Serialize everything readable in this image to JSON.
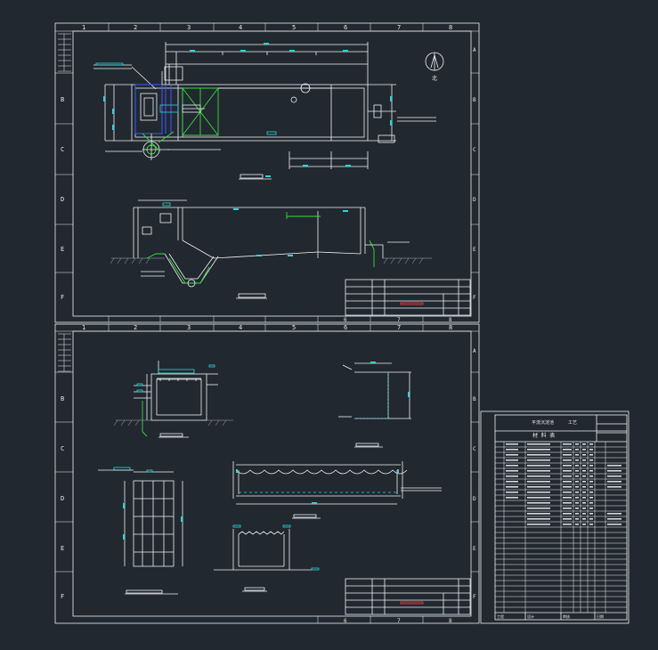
{
  "sheet1": {
    "col_labels": [
      "1",
      "2",
      "3",
      "4",
      "5",
      "6",
      "7",
      "8"
    ],
    "row_labels": [
      "B",
      "C",
      "D",
      "E",
      "F"
    ],
    "right_row_labels": [
      "A",
      "B",
      "C",
      "D",
      "E",
      "F"
    ],
    "north_label": "北"
  },
  "sheet2": {
    "col_labels": [
      "1",
      "2",
      "3",
      "4",
      "5",
      "6",
      "7",
      "8"
    ],
    "row_labels": [
      "B",
      "C",
      "D",
      "E",
      "F"
    ],
    "right_row_labels": [
      "A",
      "B",
      "C",
      "D",
      "E",
      "F"
    ]
  },
  "bom": {
    "title": "材 料 表",
    "header_left": "平流沉淀池",
    "header_right": "工艺",
    "footer_a": "工程",
    "footer_b": "设计",
    "footer_c": "审核",
    "footer_d": "日期"
  },
  "colors": {
    "background": "#212830",
    "line": "#f2f2f2",
    "cyan_dimension": "#2ad7d7",
    "green_pipe": "#3adb3a",
    "blue_pipe": "#3a5cff"
  }
}
